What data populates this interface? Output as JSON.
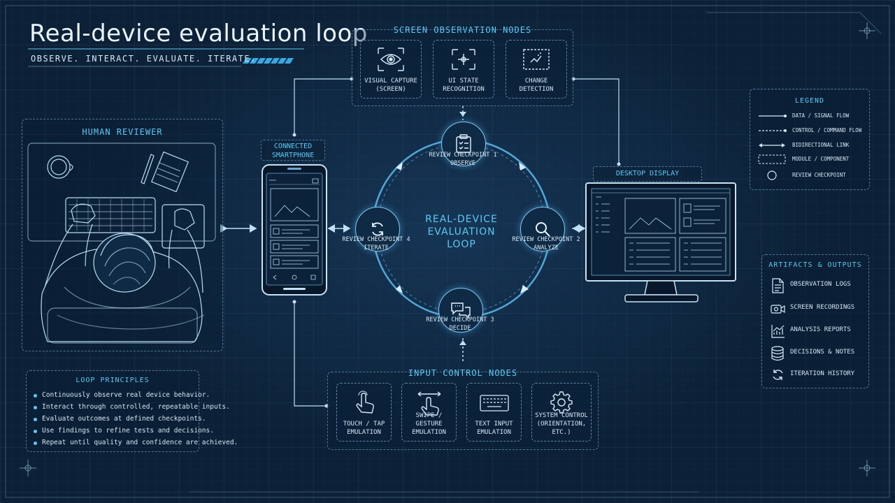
{
  "header": {
    "title": "Real-device evaluation loop",
    "subtitle": "OBSERVE. INTERACT. EVALUATE. ITERATE."
  },
  "colors": {
    "background": "#0c2137",
    "accent": "#5ec8f3",
    "line": "#8ec4e6",
    "text": "#d5e7f5"
  },
  "human": {
    "title": "HUMAN REVIEWER"
  },
  "phone": {
    "label": "CONNECTED\nSMARTPHONE"
  },
  "desktop": {
    "label": "DESKTOP DISPLAY"
  },
  "observation": {
    "title": "SCREEN OBSERVATION NODES",
    "nodes": [
      {
        "label": "VISUAL CAPTURE\n(SCREEN)",
        "icon": "eye-icon"
      },
      {
        "label": "UI STATE\nRECOGNITION",
        "icon": "crosshair-icon"
      },
      {
        "label": "CHANGE\nDETECTION",
        "icon": "change-detection-icon"
      }
    ]
  },
  "input": {
    "title": "INPUT CONTROL NODES",
    "nodes": [
      {
        "label": "TOUCH / TAP\nEMULATION",
        "icon": "tap-hand-icon"
      },
      {
        "label": "SWIPE / GESTURE\nEMULATION",
        "icon": "swipe-hand-icon"
      },
      {
        "label": "TEXT INPUT\nEMULATION",
        "icon": "keyboard-icon"
      },
      {
        "label": "SYSTEM CONTROL\n(ORIENTATION, ETC.)",
        "icon": "gear-icon"
      }
    ]
  },
  "loop": {
    "center": "REAL-DEVICE\nEVALUATION\nLOOP",
    "checkpoints": [
      {
        "label": "REVIEW CHECKPOINT 1\nOBSERVE",
        "icon": "clipboard-icon"
      },
      {
        "label": "REVIEW CHECKPOINT 2\nANALYZE",
        "icon": "magnifier-icon"
      },
      {
        "label": "REVIEW CHECKPOINT 3\nDECIDE",
        "icon": "chat-bubbles-icon"
      },
      {
        "label": "REVIEW CHECKPOINT 4\nITERATE",
        "icon": "refresh-icon"
      }
    ]
  },
  "legend": {
    "title": "LEGEND",
    "items": [
      {
        "label": "DATA / SIGNAL FLOW",
        "symbol": "solid-line"
      },
      {
        "label": "CONTROL / COMMAND FLOW",
        "symbol": "dashed-line"
      },
      {
        "label": "BIDIRECTIONAL LINK",
        "symbol": "double-arrow"
      },
      {
        "label": "MODULE / COMPONENT",
        "symbol": "dashed-box"
      },
      {
        "label": "REVIEW CHECKPOINT",
        "symbol": "circle"
      }
    ]
  },
  "artifacts": {
    "title": "ARTIFACTS & OUTPUTS",
    "items": [
      {
        "label": "OBSERVATION LOGS",
        "icon": "document-icon"
      },
      {
        "label": "SCREEN RECORDINGS",
        "icon": "video-camera-icon"
      },
      {
        "label": "ANALYSIS REPORTS",
        "icon": "chart-icon"
      },
      {
        "label": "DECISIONS & NOTES",
        "icon": "database-icon"
      },
      {
        "label": "ITERATION HISTORY",
        "icon": "history-icon"
      }
    ]
  },
  "principles": {
    "title": "LOOP PRINCIPLES",
    "items": [
      "Continuously observe real device behavior.",
      "Interact through controlled, repeatable inputs.",
      "Evaluate outcomes at defined checkpoints.",
      "Use findings to refine tests and decisions.",
      "Repeat until quality and confidence are achieved."
    ]
  }
}
